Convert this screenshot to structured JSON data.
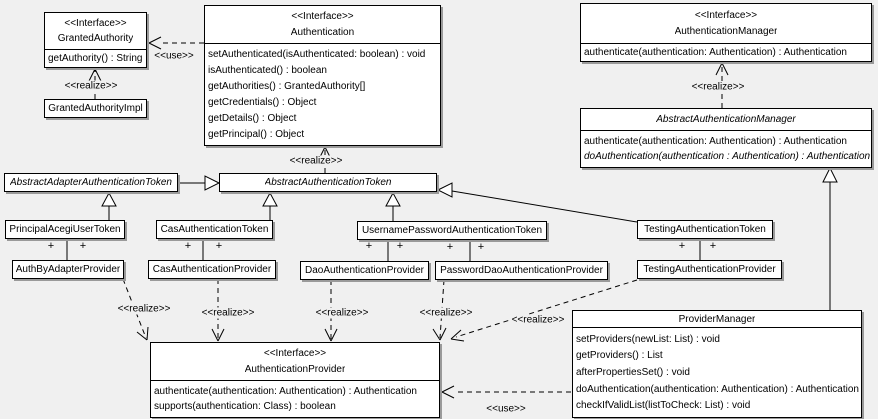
{
  "colors": {
    "background": "#f0f0f0",
    "box_fill": "#ffffff",
    "border": "#000000",
    "shadow": "#9a9a9a"
  },
  "stereotypes": {
    "interface": "<<Interface>>",
    "realize": "<<realize>>",
    "use": "<<use>>"
  },
  "symbols": {
    "plus": "+"
  },
  "classes": {
    "granted_authority": {
      "stereotype": "<<Interface>>",
      "name": "GrantedAuthority",
      "methods": [
        "getAuthority() : String"
      ]
    },
    "granted_authority_impl": {
      "name": "GrantedAuthorityImpl"
    },
    "authentication": {
      "stereotype": "<<Interface>>",
      "name": "Authentication",
      "methods": [
        "setAuthenticated(isAuthenticated: boolean) : void",
        "isAuthenticated() : boolean",
        "getAuthorities() : GrantedAuthority[]",
        "getCredentials() : Object",
        "getDetails() : Object",
        "getPrincipal() : Object"
      ]
    },
    "authentication_manager": {
      "stereotype": "<<Interface>>",
      "name": "AuthenticationManager",
      "methods": [
        "authenticate(authentication: Authentication) : Authentication"
      ]
    },
    "abstract_authentication_manager": {
      "name": "AbstractAuthenticationManager",
      "methods": [
        "authenticate(authentication: Authentication) : Authentication",
        "doAuthentication(authentication : Authentication) : Authentication"
      ]
    },
    "abstract_adapter_authentication_token": {
      "name": "AbstractAdapterAuthenticationToken"
    },
    "abstract_authentication_token": {
      "name": "AbstractAuthenticationToken"
    },
    "principal_acegi_user_token": {
      "name": "PrincipalAcegiUserToken"
    },
    "cas_authentication_token": {
      "name": "CasAuthenticationToken"
    },
    "username_password_authentication_token": {
      "name": "UsernamePasswordAuthenticationToken"
    },
    "testing_authentication_token": {
      "name": "TestingAuthenticationToken"
    },
    "auth_by_adapter_provider": {
      "name": "AuthByAdapterProvider"
    },
    "cas_authentication_provider": {
      "name": "CasAuthenticationProvider"
    },
    "dao_authentication_provider": {
      "name": "DaoAuthenticationProvider"
    },
    "password_dao_authentication_provider": {
      "name": "PasswordDaoAuthenticationProvider"
    },
    "testing_authentication_provider": {
      "name": "TestingAuthenticationProvider"
    },
    "authentication_provider": {
      "stereotype": "<<Interface>>",
      "name": "AuthenticationProvider",
      "methods": [
        "authenticate(authentication: Authentication) : Authentication",
        "supports(authentication: Class) : boolean"
      ]
    },
    "provider_manager": {
      "name": "ProviderManager",
      "methods": [
        "setProviders(newList: List) : void",
        "getProviders() : List",
        "afterPropertiesSet() : void",
        "doAuthentication(authentication: Authentication) : Authentication",
        "checkIfValidList(listToCheck: List) : void"
      ]
    }
  }
}
